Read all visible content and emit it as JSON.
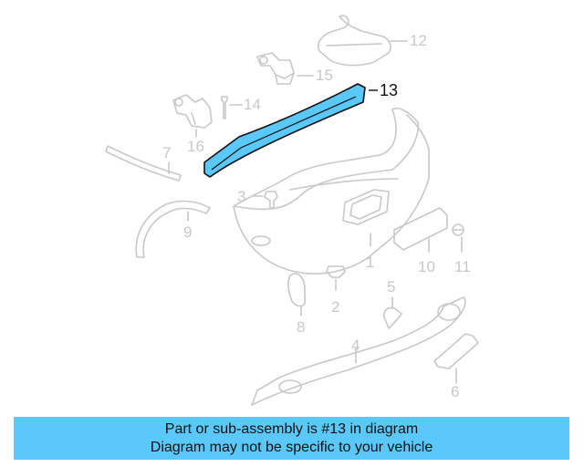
{
  "callouts": {
    "c1": "1",
    "c2": "2",
    "c3": "3",
    "c4": "4",
    "c5": "5",
    "c6": "6",
    "c7": "7",
    "c8": "8",
    "c9": "9",
    "c10": "10",
    "c11": "11",
    "c12": "12",
    "c13": "13",
    "c14": "14",
    "c15": "15",
    "c16": "16"
  },
  "highlighted_part": "13",
  "colors": {
    "highlight": "#5ac8fa",
    "outline": "#c8c8c8",
    "banner": "#5ac8fa"
  },
  "banner": {
    "line1": "Part or sub-assembly is #13 in diagram",
    "line2": "Diagram may not be specific to your vehicle"
  }
}
